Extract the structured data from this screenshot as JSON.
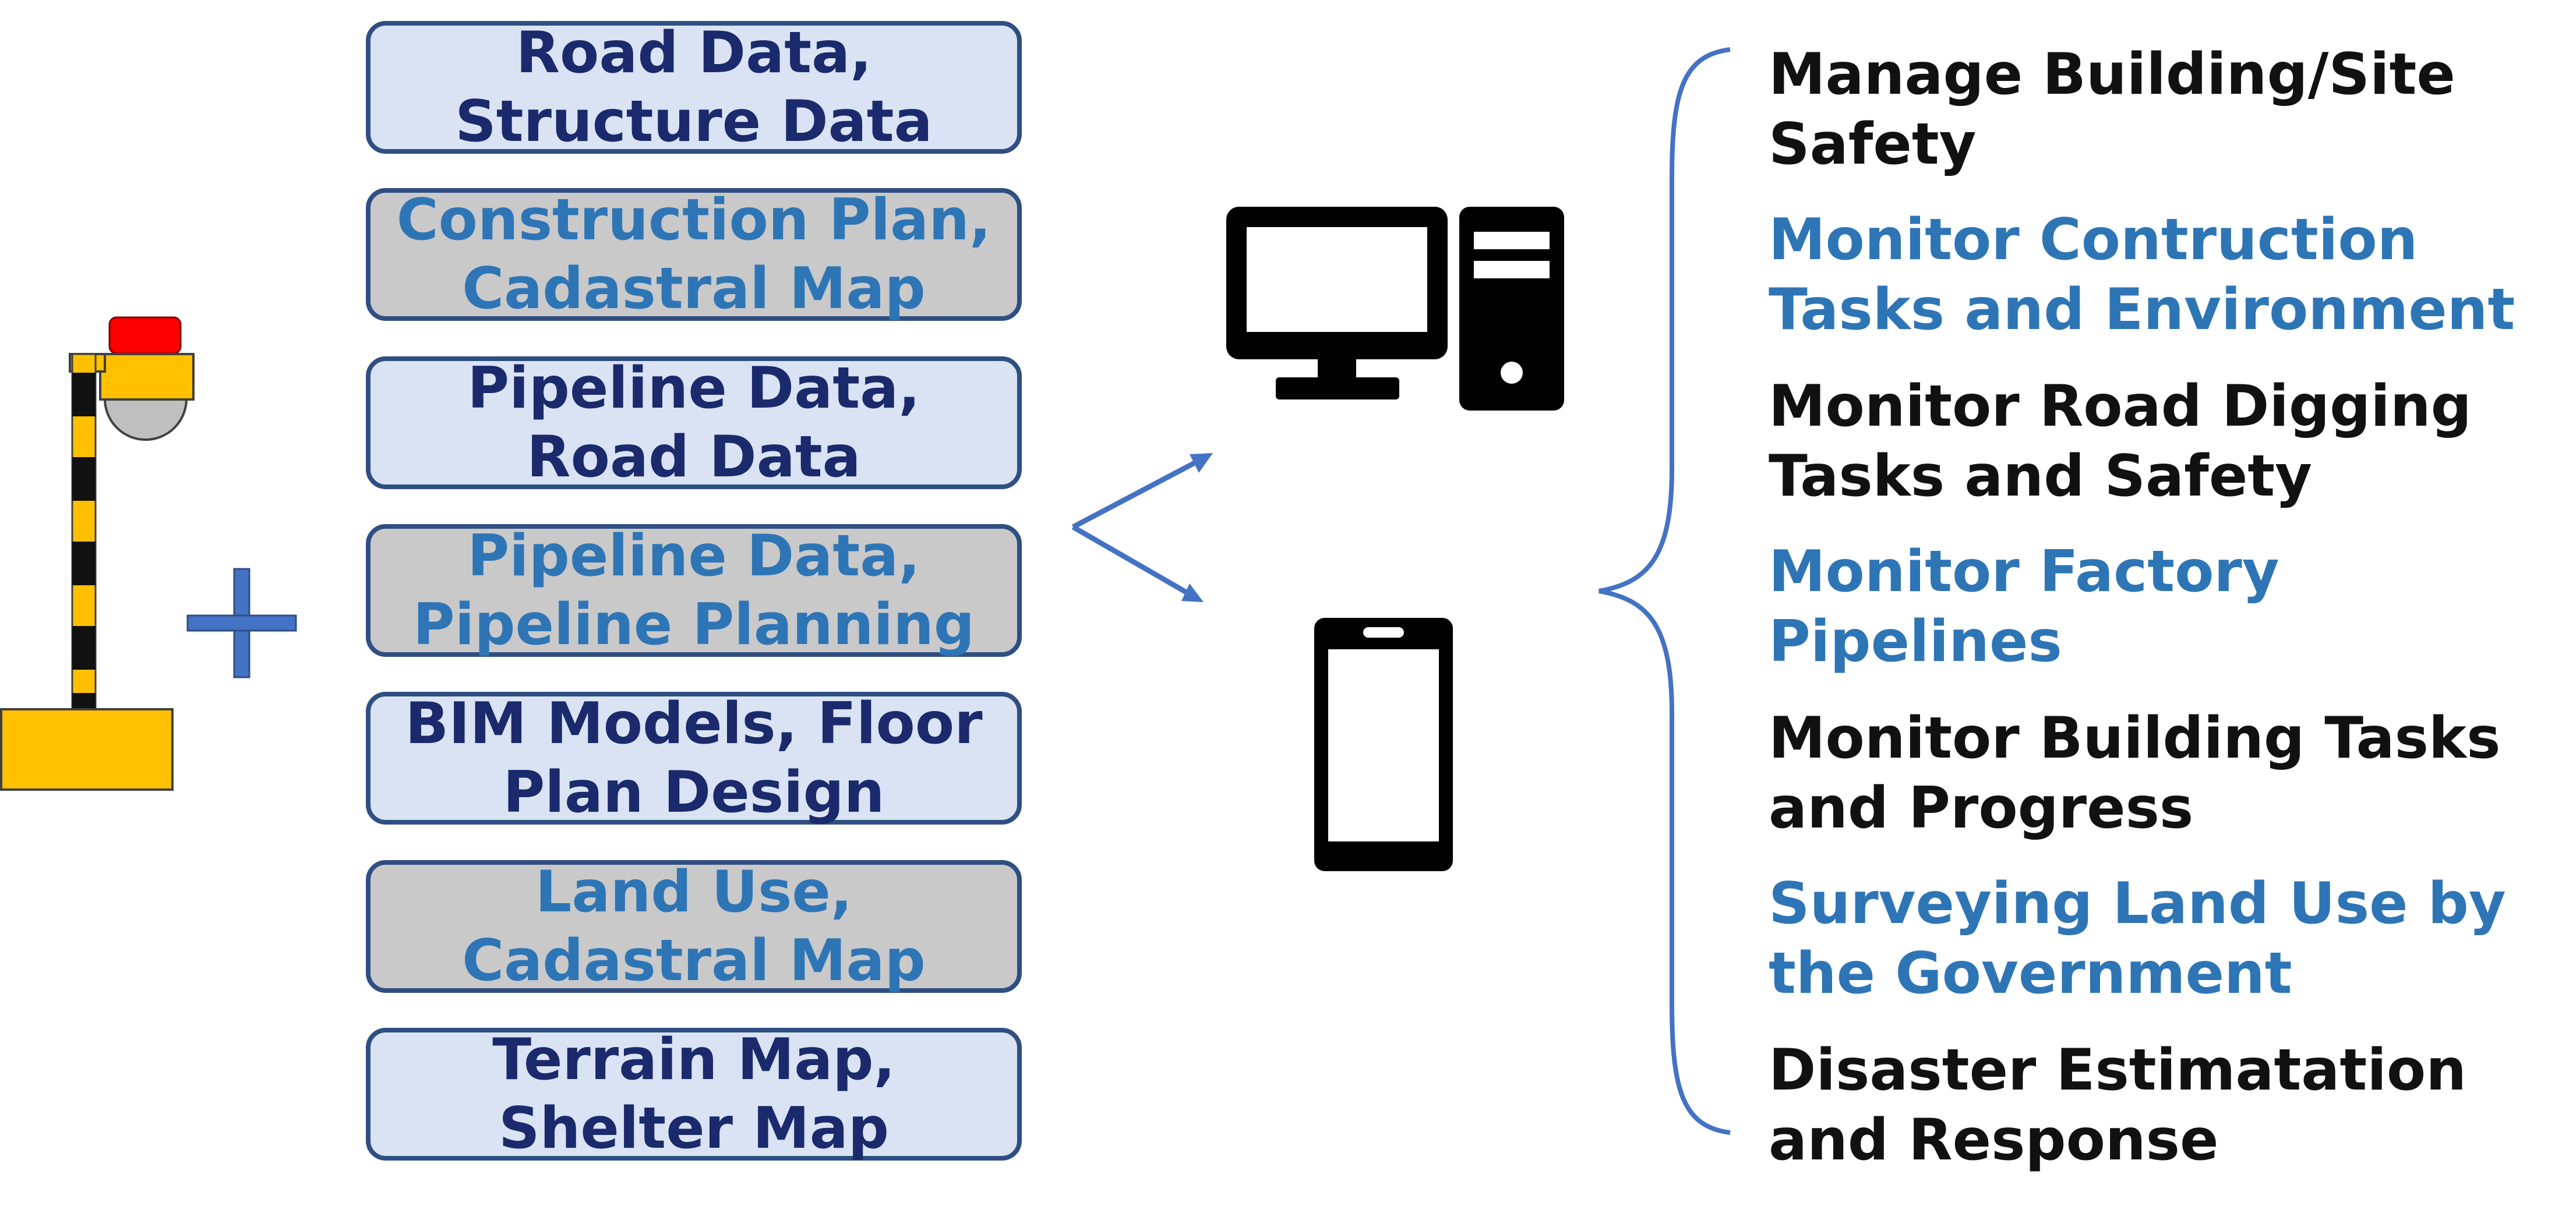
{
  "data_boxes": [
    {
      "text": "Road Data, Structure Data",
      "style": "light"
    },
    {
      "text": "Construction Plan, Cadastral Map",
      "style": "gray"
    },
    {
      "text": "Pipeline Data, Road Data",
      "style": "light"
    },
    {
      "text": "Pipeline Data, Pipeline Planning",
      "style": "gray"
    },
    {
      "text": "BIM Models, Floor Plan Design",
      "style": "light"
    },
    {
      "text": "Land Use, Cadastral Map",
      "style": "gray"
    },
    {
      "text": "Terrain Map, Shelter Map",
      "style": "light"
    }
  ],
  "applications": [
    {
      "text": "Manage Building/Site Safety",
      "color": "#111111"
    },
    {
      "text": "Monitor Contruction Tasks and Environment",
      "color": "#2e75b6"
    },
    {
      "text": "Monitor Road Digging Tasks and Safety",
      "color": "#111111"
    },
    {
      "text": "Monitor Factory Pipelines",
      "color": "#2e75b6"
    },
    {
      "text": "Monitor Building Tasks and Progress",
      "color": "#111111"
    },
    {
      "text": "Surveying Land Use by the Government",
      "color": "#2e75b6"
    },
    {
      "text": "Disaster Estimatation and Response",
      "color": "#111111"
    }
  ],
  "icons": {
    "device": "surveying-pole-icon",
    "plus": "plus-icon",
    "desktop": "desktop-computer-icon",
    "phone": "smartphone-icon",
    "arrows": "split-arrows-icon",
    "brace": "curly-brace-icon"
  },
  "colors": {
    "box_light_fill": "#dae3f3",
    "box_gray_fill": "#c9c9c9",
    "box_border": "#2f4f82",
    "dark_text": "#1a2a6c",
    "accent_blue": "#2e75b6",
    "arrow_blue": "#4472c4",
    "pole_yellow": "#ffc000",
    "beacon_red": "#ff0000"
  }
}
